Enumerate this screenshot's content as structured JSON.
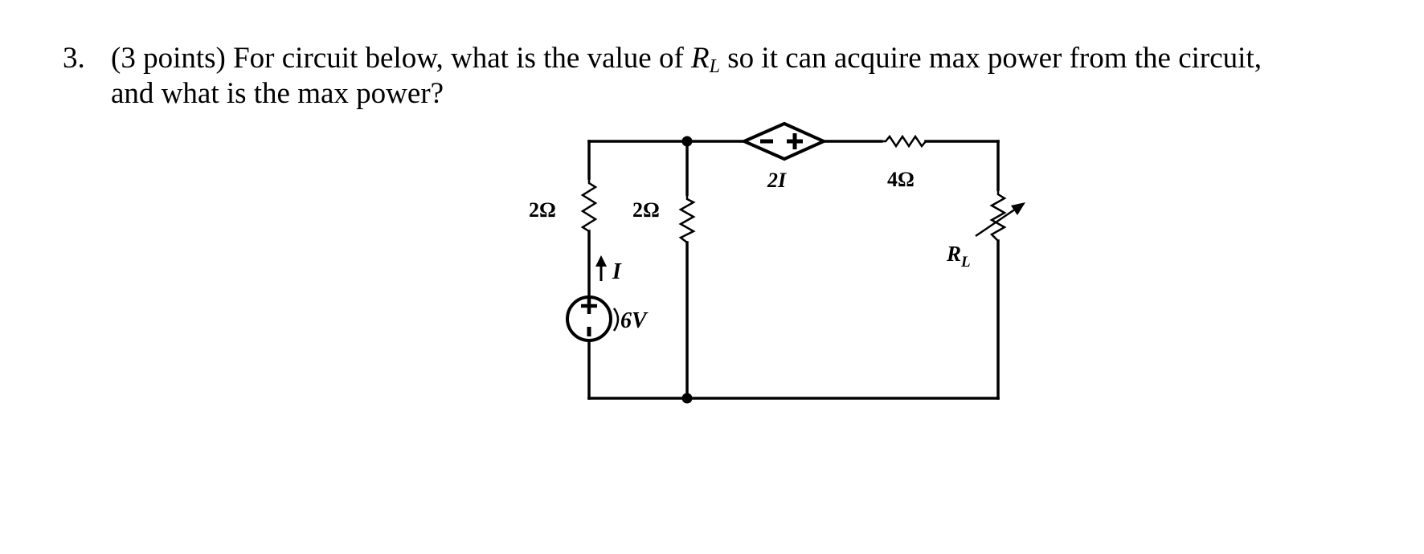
{
  "question": {
    "number": "3.",
    "points": "(3 points)",
    "text_part1": "For circuit below, what is the value of",
    "rl_symbol": "R",
    "rl_subscript": "L",
    "text_part2": "so it can acquire max power from the circuit,",
    "line2": "and what is the max power?"
  },
  "circuit": {
    "left_resistor": "2Ω",
    "middle_resistor": "2Ω",
    "series_resistor": "4Ω",
    "dependent_source": "2I",
    "current_label": "I",
    "voltage_source": "6V",
    "load_symbol": "R",
    "load_subscript": "L",
    "plus_sign": "+",
    "minus_sign": "-"
  }
}
